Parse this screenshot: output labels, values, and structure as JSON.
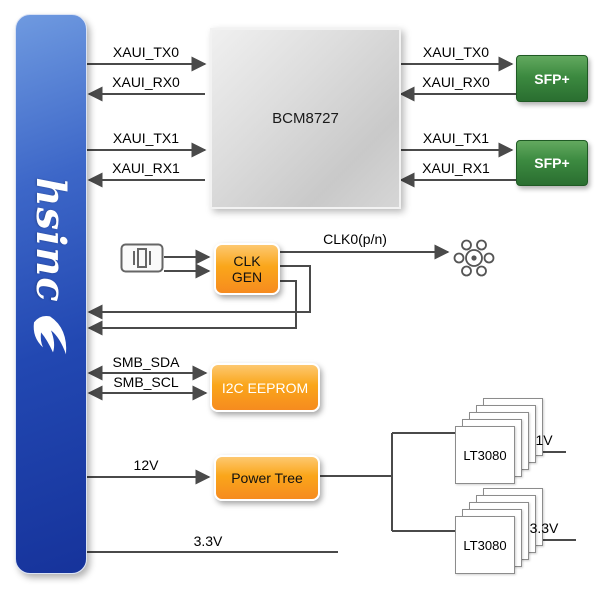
{
  "logo": {
    "text": "hsinc"
  },
  "blocks": {
    "bcm8727": "BCM8727",
    "sfp_top": "SFP+",
    "sfp_bottom": "SFP+",
    "clk_gen": [
      "CLK",
      "GEN"
    ],
    "i2c_eeprom": "I2C EEPROM",
    "power_tree": "Power Tree",
    "lt3080_top": "LT3080",
    "lt3080_bottom": "LT3080"
  },
  "signals": {
    "left": [
      "XAUI_TX0",
      "XAUI_RX0",
      "XAUI_TX1",
      "XAUI_RX1"
    ],
    "right": [
      "XAUI_TX0",
      "XAUI_RX0",
      "XAUI_TX1",
      "XAUI_RX1"
    ],
    "clk0": "CLK0(p/n)",
    "smb_sda": "SMB_SDA",
    "smb_scl": "SMB_SCL",
    "rail_12v": "12V",
    "rail_1v": "1V",
    "rail_3v3_out": "3.3V",
    "rail_3v3": "3.3V"
  },
  "colors": {
    "bar_blue": "#2248b2",
    "block_orange": "#f7941e",
    "block_green": "#2e7d32",
    "block_gray": "#d9d9d9",
    "wire": "#4a4a4a"
  }
}
